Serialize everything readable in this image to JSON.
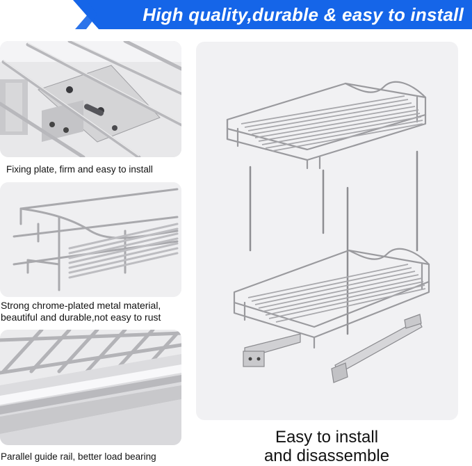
{
  "banner": {
    "title": "High quality,durable & easy to install",
    "color": "#1565e8"
  },
  "features": [
    {
      "caption": "Fixing plate, firm and easy to install",
      "image": "fixing-plate-closeup"
    },
    {
      "caption_line1": "Strong chrome-plated metal material,",
      "caption_line2": "beautiful and durable,not easy to rust",
      "image": "wire-basket-closeup"
    },
    {
      "caption": "Parallel guide rail, better load bearing",
      "image": "guide-rail-closeup"
    }
  ],
  "main": {
    "image": "two-tier-basket-exploded-view",
    "caption_line1": "Easy to install",
    "caption_line2": "and disassemble"
  }
}
